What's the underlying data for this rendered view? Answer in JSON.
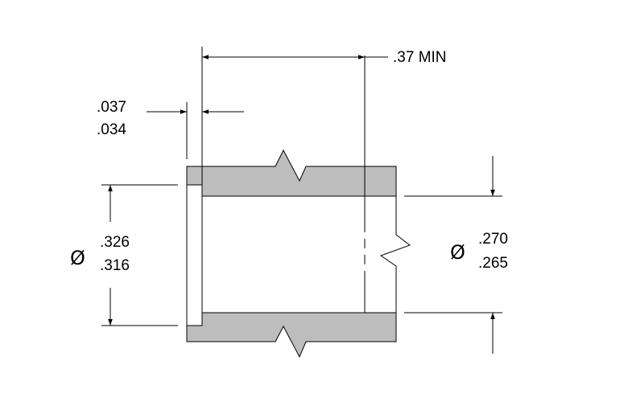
{
  "colors": {
    "section_fill": "#bdbdbd",
    "line": "#000000",
    "background": "#ffffff"
  },
  "dimensions": {
    "length": {
      "label": ".37 MIN"
    },
    "flange_thickness": {
      "upper": ".037",
      "lower": ".034"
    },
    "outer_diameter": {
      "symbol": "Ø",
      "upper": ".326",
      "lower": ".316"
    },
    "inner_diameter": {
      "symbol": "Ø",
      "upper": ".270",
      "lower": ".265"
    }
  }
}
